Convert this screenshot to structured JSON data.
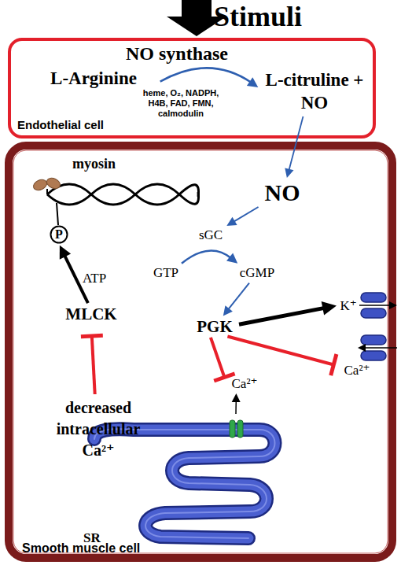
{
  "diagram": {
    "nodes": [
      {
        "text": [
          "Endothelial cell"
        ]
      },
      {
        "text": [
          "L-Arginine"
        ],
        "in": 0
      },
      {
        "text": [
          "L-citruline + NO"
        ],
        "in": 0
      },
      {
        "text": [
          "Smooth muscle cell"
        ]
      },
      {
        "text": [
          "P"
        ],
        "in": 3
      },
      {
        "text": [
          "NO"
        ],
        "in": 3
      },
      {
        "text": [
          "sGC"
        ],
        "in": 3
      },
      {
        "text": [
          "GTP"
        ],
        "in": 3
      },
      {
        "text": [
          "cGMP"
        ],
        "in": 3
      },
      {
        "text": [
          "MLCK"
        ],
        "in": 3
      },
      {
        "text": [
          "PGK"
        ],
        "in": 3
      },
      {
        "text": [
          "K⁺"
        ],
        "in": 3
      },
      {
        "text": [
          "decreased intracellular Ca²⁺"
        ],
        "in": 3
      },
      {
        "text": [
          "Ca²⁺"
        ],
        "in": 3
      },
      {
        "text": [
          "Ca²⁺"
        ],
        "in": 3
      },
      {
        "text": [
          "SR"
        ],
        "in": 3
      }
    ],
    "edges": [
      {
        "from": 1,
        "to": 2,
        "arrow": "to",
        "label": "heme, O₂, NADPH, H4B, FAD, FMN, calmodulin"
      },
      {
        "from": 2,
        "to": 5,
        "arrow": "to"
      },
      {
        "from": 5,
        "to": 6,
        "arrow": "to"
      },
      {
        "from": 7,
        "to": 8,
        "arrow": "to"
      },
      {
        "from": 8,
        "to": 10,
        "arrow": "to"
      },
      {
        "from": 9,
        "to": 4,
        "arrow": "to",
        "label": "ATP"
      },
      {
        "from": 10,
        "to": 11,
        "arrow": "to"
      },
      {
        "from": 10,
        "to": 13,
        "arrow": "to"
      },
      {
        "from": 10,
        "to": 14,
        "arrow": "to"
      },
      {
        "from": 12,
        "to": 9,
        "arrow": "to"
      },
      {
        "from": 15,
        "to": 13,
        "arrow": "to"
      }
    ],
    "labels": [
      "Stimuli",
      "NO synthase",
      "myosin"
    ]
  }
}
